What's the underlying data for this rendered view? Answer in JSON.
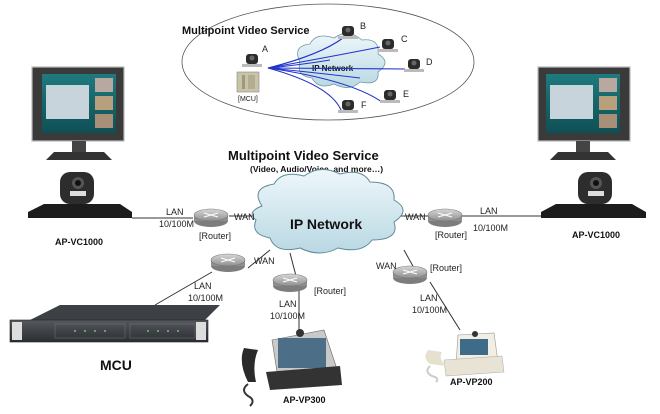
{
  "inset": {
    "title": "Multipoint Video Service",
    "network_label": "IP Network",
    "mcu_label": "[MCU]",
    "endpoints": [
      "A",
      "B",
      "C",
      "D",
      "E",
      "F"
    ]
  },
  "main": {
    "title": "Multipoint Video Service",
    "subtitle": "(Video, Audio/Voice, and more…)",
    "network_label": "IP Network"
  },
  "links": {
    "lan": "LAN",
    "speed": "10/100M",
    "wan": "WAN",
    "router": "[Router]"
  },
  "devices": {
    "left_camera": "AP-VC1000",
    "right_camera": "AP-VC1000",
    "mcu": "MCU",
    "vp300": "AP-VP300",
    "vp200": "AP-VP200"
  },
  "colors": {
    "cloud_fill": "#dcedf3",
    "cloud_stroke": "#5f8a9a",
    "inset_link": "#2233cc",
    "router": "#a9a9a9",
    "screen": "#1c6b70"
  }
}
